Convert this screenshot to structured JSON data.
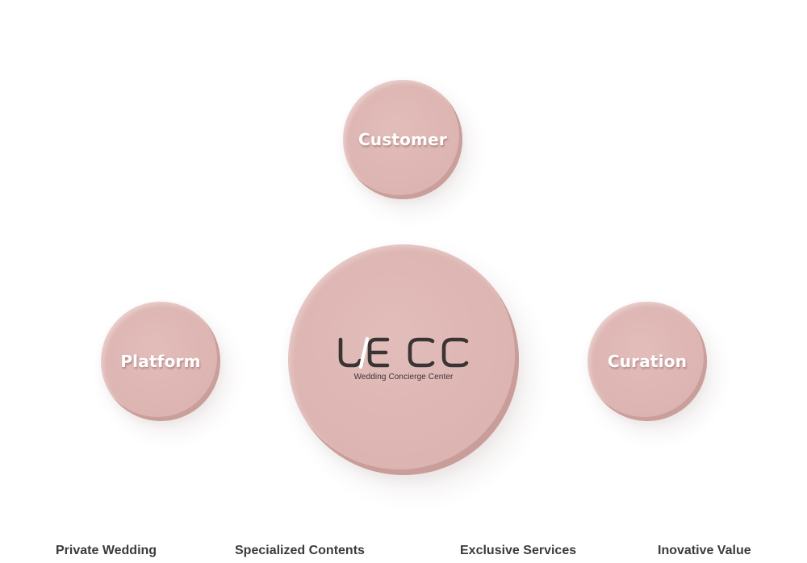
{
  "diagram": {
    "top_node": "Customer",
    "left_node": "Platform",
    "right_node": "Curation",
    "center": {
      "logo_icon": "wecc-logo-icon",
      "logo_text": "WECC",
      "subtitle": "Wedding Concierge Center"
    }
  },
  "bottom_labels": [
    "Private Wedding",
    "Specialized Contents",
    "Exclusive Services",
    "Inovative Value"
  ],
  "colors": {
    "circle_fill": "#ddb5b2",
    "circle_edge": "#c99e9b",
    "label_text": "#ffffff",
    "logo_dark": "#3a3434",
    "logo_accent": "#ffffff",
    "bottom_text": "#3b3b3b"
  }
}
